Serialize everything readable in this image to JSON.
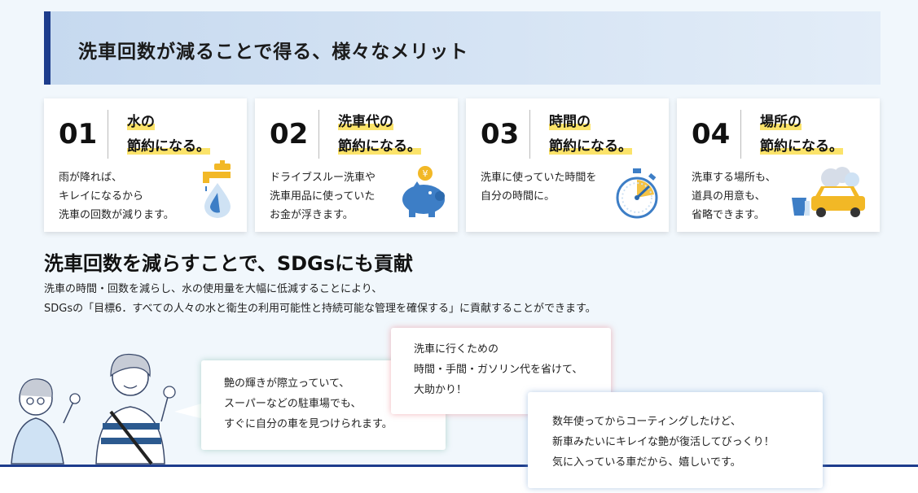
{
  "header": {
    "title": "洗車回数が減ることで得る、様々なメリット"
  },
  "cards": [
    {
      "num": "01",
      "title1": "水の",
      "title2": "節約になる。",
      "desc": "雨が降れば、\nキレイになるから\n洗車の回数が減ります。",
      "icon": "faucet-water-drop-icon"
    },
    {
      "num": "02",
      "title1": "洗車代の",
      "title2": "節約になる。",
      "desc": "ドライブスルー洗車や\n洗車用品に使っていた\nお金が浮きます。",
      "icon": "piggy-bank-yen-icon"
    },
    {
      "num": "03",
      "title1": "時間の",
      "title2": "節約になる。",
      "desc": "洗車に使っていた時間を\n自分の時間に。",
      "icon": "stopwatch-icon"
    },
    {
      "num": "04",
      "title1": "場所の",
      "title2": "節約になる。",
      "desc": "洗車する場所も、\n道具の用意も、\n省略できます。",
      "icon": "car-wash-icon"
    }
  ],
  "sdgs": {
    "heading": "洗車回数を減らすことで、SDGsにも貢献",
    "body": "洗車の時間・回数を減らし、水の使用量を大幅に低減することにより、\nSDGsの「目標6．すべての人々の水と衛生の利用可能性と持続可能な管理を確保する」に貢献することができます。"
  },
  "testimonials": [
    "艶の輝きが際立っていて、\nスーパーなどの駐車場でも、\nすぐに自分の車を見つけられます。",
    "洗車に行くための\n時間・手間・ガソリン代を省けて、\n大助かり！",
    "数年使ってからコーティングしたけど、\n新車みたいにキレイな艶が復活してびっくり！\n気に入っている車だから、嬉しいです。"
  ],
  "colors": {
    "accent_navy": "#1d3c8c",
    "highlight_yellow": "#fbe36a",
    "icon_blue": "#3d7ec6",
    "icon_yellow": "#f2b826"
  }
}
